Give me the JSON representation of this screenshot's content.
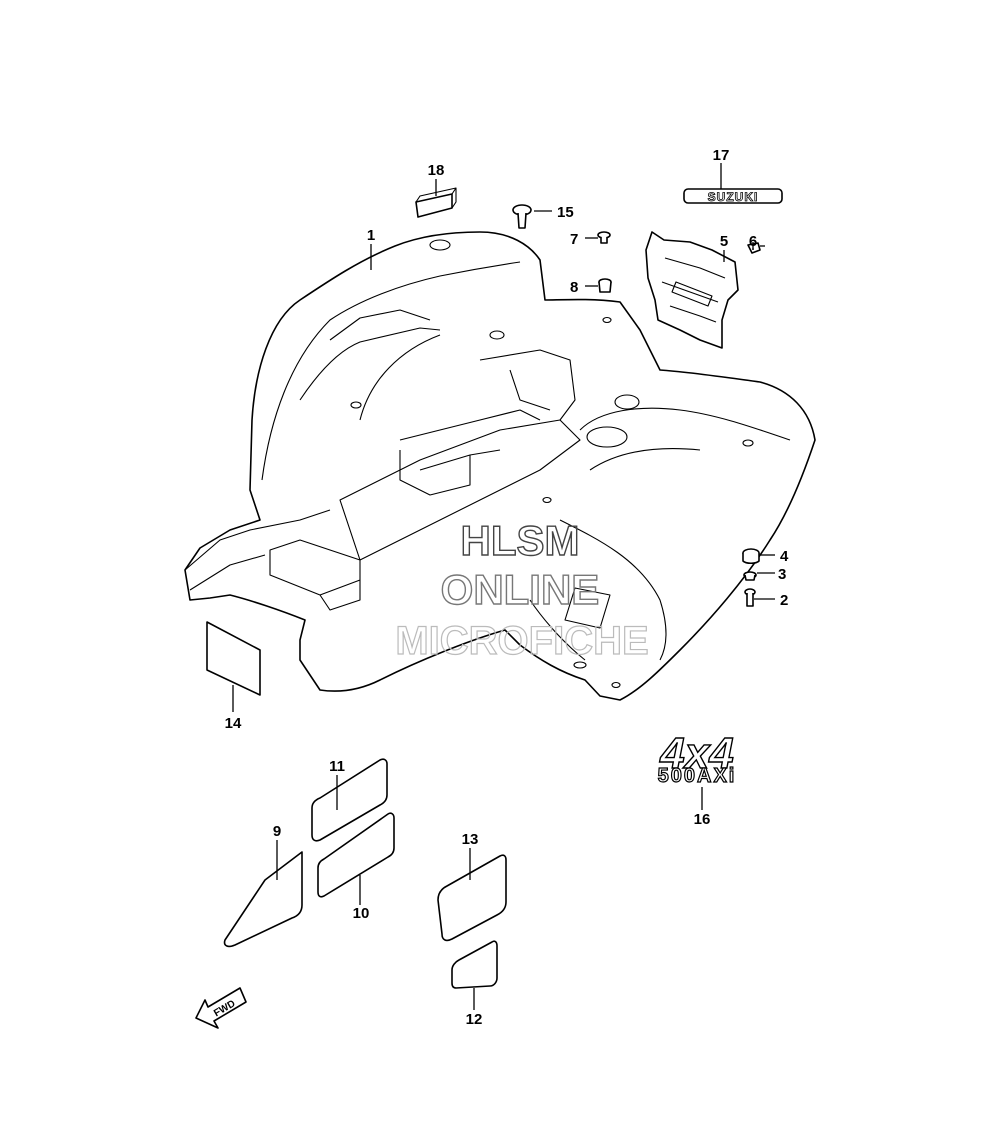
{
  "callouts": {
    "p1": "1",
    "p2": "2",
    "p3": "3",
    "p4": "4",
    "p5": "5",
    "p6": "6",
    "p7": "7",
    "p8": "8",
    "p9": "9",
    "p10": "10",
    "p11": "11",
    "p12": "12",
    "p13": "13",
    "p14": "14",
    "p15": "15",
    "p16": "16",
    "p17": "17",
    "p18": "18"
  },
  "emblems": {
    "brand": "SUZUKI",
    "model_top": "4x4",
    "model_bottom": "500AXi"
  },
  "direction": "FWD",
  "watermark": {
    "line1": "HLSM",
    "line2": "ONLINE",
    "line3": "MICROFICHE"
  }
}
